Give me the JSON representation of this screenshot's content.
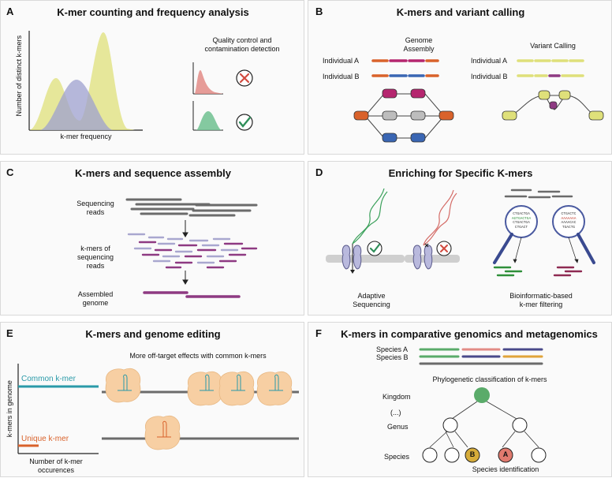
{
  "panelA": {
    "letter": "A",
    "title": "K-mer counting and frequency analysis",
    "ylabel": "Number of distinct k-mers",
    "xlabel": "k-mer frequency",
    "qc_title_line1": "Quality control and",
    "qc_title_line2": "contamination detection"
  },
  "panelB": {
    "letter": "B",
    "title": "K-mers and variant calling",
    "genome_assembly_line1": "Genome",
    "genome_assembly_line2": "Assembly",
    "variant_calling": "Variant Calling",
    "individual_a": "Individual A",
    "individual_b": "Individual B",
    "individual_a_2": "Individual A",
    "individual_b_2": "Individual B"
  },
  "panelC": {
    "letter": "C",
    "title": "K-mers and sequence assembly",
    "reads_line1": "Sequencing",
    "reads_line2": "reads",
    "kmers_line1": "k-mers of",
    "kmers_line2": "sequencing",
    "kmers_line3": "reads",
    "assembled_line1": "Assembled",
    "assembled_line2": "genome"
  },
  "panelD": {
    "letter": "D",
    "title": "Enriching for Specific K-mers",
    "adaptive_line1": "Adaptive",
    "adaptive_line2": "Sequencing",
    "bioinf_line1": "Bioinformatic-based",
    "bioinf_line2": "k-mer filtering",
    "lens1_seq": [
      "CTGACTGA",
      "AGTGACTGA",
      "CTGACTGA",
      "CTGACT"
    ],
    "lens2_seq": [
      "CTGACTC",
      "AAAAAAA",
      "AAAACAC",
      "TGACTG"
    ]
  },
  "panelE": {
    "letter": "E",
    "title": "K-mers and genome editing",
    "subtitle": "More off-target effects with common k-mers",
    "ylabel": "k-mers in genome",
    "common": "Common k-mer",
    "unique": "Unique k-mer",
    "xlabel_line1": "Number of k-mer",
    "xlabel_line2": "occurences"
  },
  "panelF": {
    "letter": "F",
    "title": "K-mers in comparative genomics and metagenomics",
    "species_a": "Species A",
    "species_b": "Species B",
    "phylo_caption": "Phylogenetic classification of k-mers",
    "kingdom": "Kingdom",
    "ellipsis": "(...)",
    "genus": "Genus",
    "species": "Species",
    "node_b": "B",
    "node_a": "A",
    "species_id": "Species identification"
  },
  "colors": {
    "yellow": "#dfe07a",
    "lavender": "#9ea0cf",
    "red_peak": "#e28b86",
    "green_peak": "#6fbf8f",
    "teal": "#2a9aa8",
    "orange": "#d9622b",
    "purple": "#8e3a82",
    "grey": "#6b6b6b"
  }
}
